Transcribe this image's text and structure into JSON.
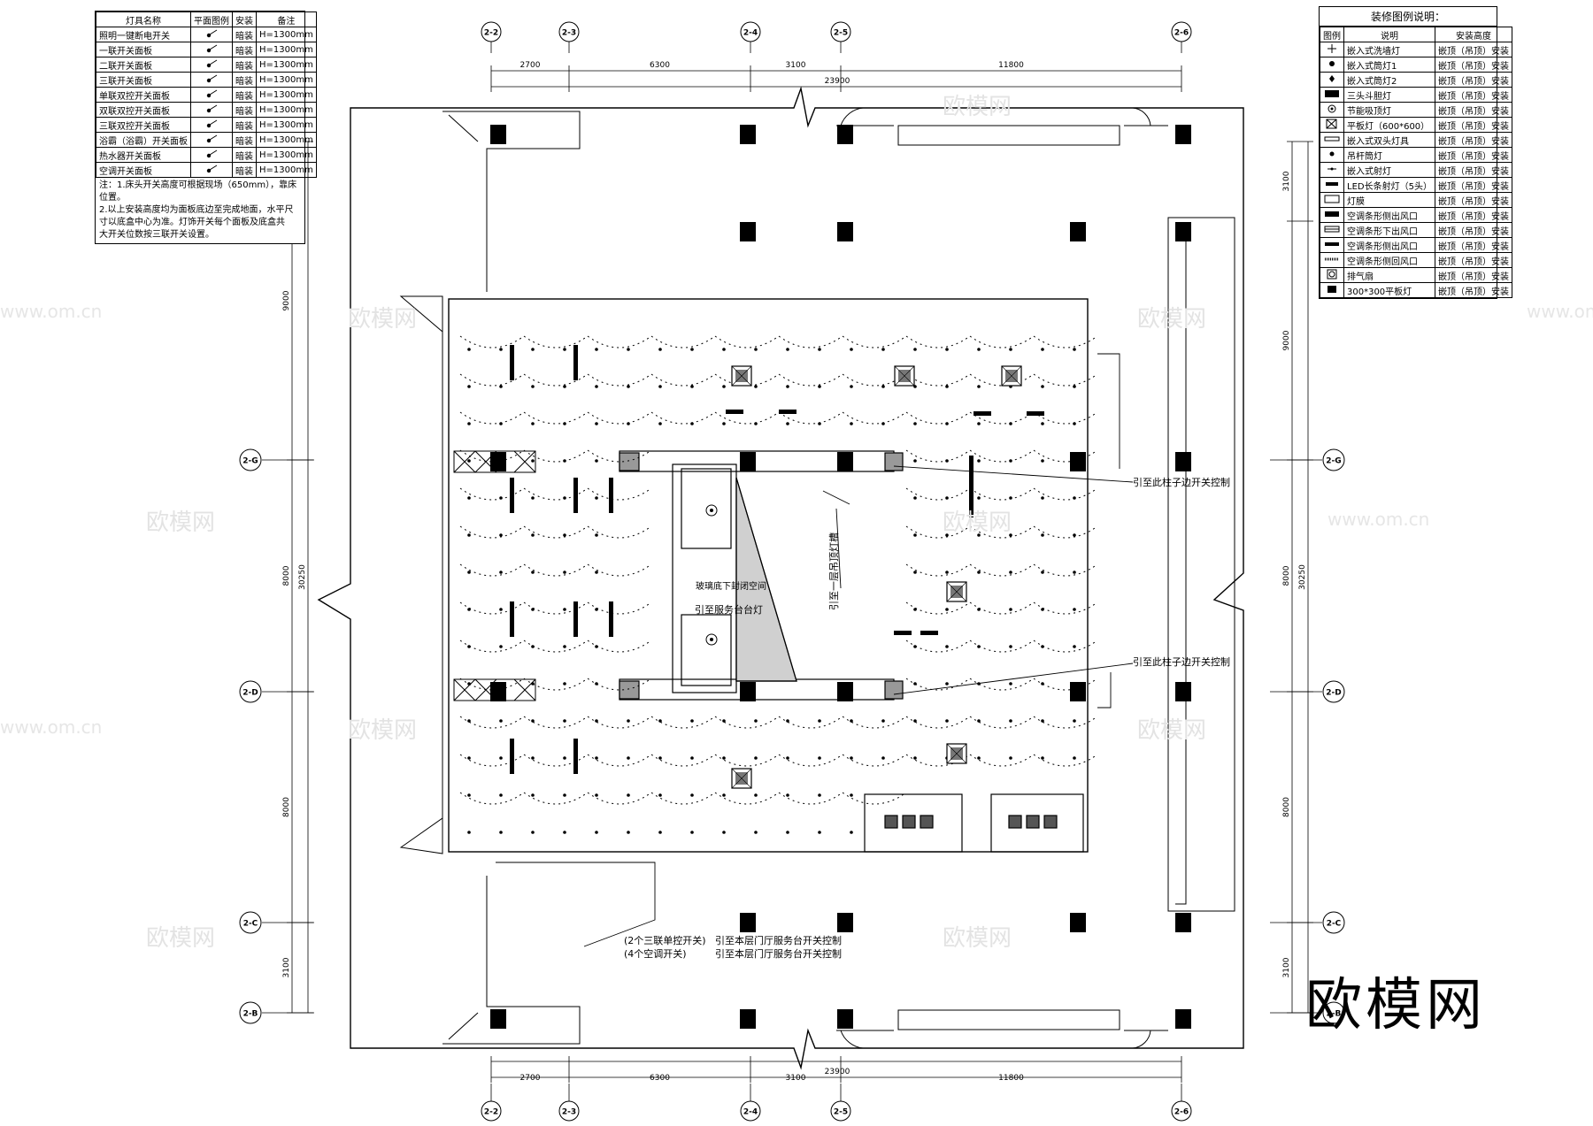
{
  "switch_table": {
    "headers": [
      "灯具名称",
      "平面图例",
      "安装",
      "备注"
    ],
    "rows": [
      [
        "照明一键断电开关",
        "暗装",
        "H=1300mm"
      ],
      [
        "一联开关面板",
        "暗装",
        "H=1300mm"
      ],
      [
        "二联开关面板",
        "暗装",
        "H=1300mm"
      ],
      [
        "三联开关面板",
        "暗装",
        "H=1300mm"
      ],
      [
        "单联双控开关面板",
        "暗装",
        "H=1300mm"
      ],
      [
        "双联双控开关面板",
        "暗装",
        "H=1300mm"
      ],
      [
        "三联双控开关面板",
        "暗装",
        "H=1300mm"
      ],
      [
        "浴霸（浴霸）开关面板",
        "暗装",
        "H=1300mm"
      ],
      [
        "热水器开关面板",
        "暗装",
        "H=1300mm"
      ],
      [
        "空调开关面板",
        "暗装",
        "H=1300mm"
      ]
    ],
    "notes": "注：1.床头开关高度可根据现场（650mm），靠床位置。\n2.以上安装高度均为面板底边至完成地面，水平尺\n寸以底盒中心为准。灯饰开关每个面板及底盒共\n大开关位数按三联开关设置。"
  },
  "legend_table": {
    "title": "装修图例说明：",
    "headers": [
      "图例",
      "说明",
      "安装高度"
    ],
    "rows": [
      [
        "嵌入式洗墙灯",
        "嵌顶（吊顶）安装"
      ],
      [
        "嵌入式筒灯1",
        "嵌顶（吊顶）安装"
      ],
      [
        "嵌入式筒灯2",
        "嵌顶（吊顶）安装"
      ],
      [
        "三头斗胆灯",
        "嵌顶（吊顶）安装"
      ],
      [
        "节能吸顶灯",
        "嵌顶（吊顶）安装"
      ],
      [
        "平板灯（600*600）",
        "嵌顶（吊顶）安装"
      ],
      [
        "嵌入式双头灯具",
        "嵌顶（吊顶）安装"
      ],
      [
        "吊杆筒灯",
        "嵌顶（吊顶）安装"
      ],
      [
        "嵌入式射灯",
        "嵌顶（吊顶）安装"
      ],
      [
        "LED长条射灯（5头）",
        "嵌顶（吊顶）安装"
      ],
      [
        "灯膜",
        "嵌顶（吊顶）安装"
      ],
      [
        "空调条形侧出风口",
        "嵌顶（吊顶）安装"
      ],
      [
        "空调条形下出风口",
        "嵌顶（吊顶）安装"
      ],
      [
        "空调条形侧出风口",
        "嵌顶（吊顶）安装"
      ],
      [
        "空调条形侧回风口",
        "嵌顶（吊顶）安装"
      ],
      [
        "排气扇",
        "嵌顶（吊顶）安装"
      ],
      [
        "300*300平板灯",
        "嵌顶（吊顶）安装"
      ]
    ]
  },
  "grid_axes": {
    "top": [
      "2-2",
      "2-3",
      "2-4",
      "2-5",
      "2-6"
    ],
    "side": [
      "2-G",
      "2-D",
      "2-C",
      "2-B"
    ]
  },
  "dimensions": {
    "top_segments": [
      "2700",
      "6300",
      "3100",
      "11800"
    ],
    "top_total": "23900",
    "left_segments": [
      "9000",
      "8000",
      "8000",
      "3100"
    ],
    "left_total": "30250",
    "right_segments": [
      "3100",
      "9000",
      "8000",
      "8000",
      "3100"
    ],
    "right_total": "30250"
  },
  "annotations": {
    "pillar_switch_1": "引至此柱子边开关控制",
    "pillar_switch_2": "引至此柱子边开关控制",
    "sealed_space": "玻璃底下封闭空间",
    "service_desk_light": "引至服务台台灯",
    "first_floor_light": "引至一层吊顶灯槽",
    "switch_group_1": "(2个三联单控开关)",
    "switch_group_2": "(4个空调开关)",
    "lobby_switch_1": "引至本层门厅服务台开关控制",
    "lobby_switch_2": "引至本层门厅服务台开关控制"
  },
  "watermark": {
    "brand": "欧模网",
    "url": "www.om.cn"
  }
}
